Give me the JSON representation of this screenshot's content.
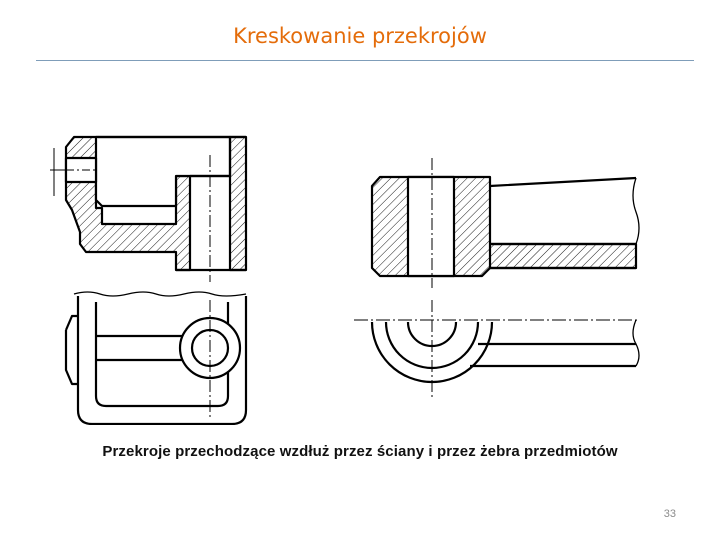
{
  "slide": {
    "title": "Kreskowanie przekrojów",
    "caption": "Przekroje przechodzące wzdłuż przez ściany i przez żebra przedmiotów",
    "page_number": "33"
  },
  "colors": {
    "title": "#e46c0a",
    "rule": "#7f9db9",
    "ink": "#000000"
  },
  "figures": [
    {
      "id": "wall-section"
    },
    {
      "id": "wall-view"
    },
    {
      "id": "rib-section"
    },
    {
      "id": "rib-view"
    }
  ]
}
